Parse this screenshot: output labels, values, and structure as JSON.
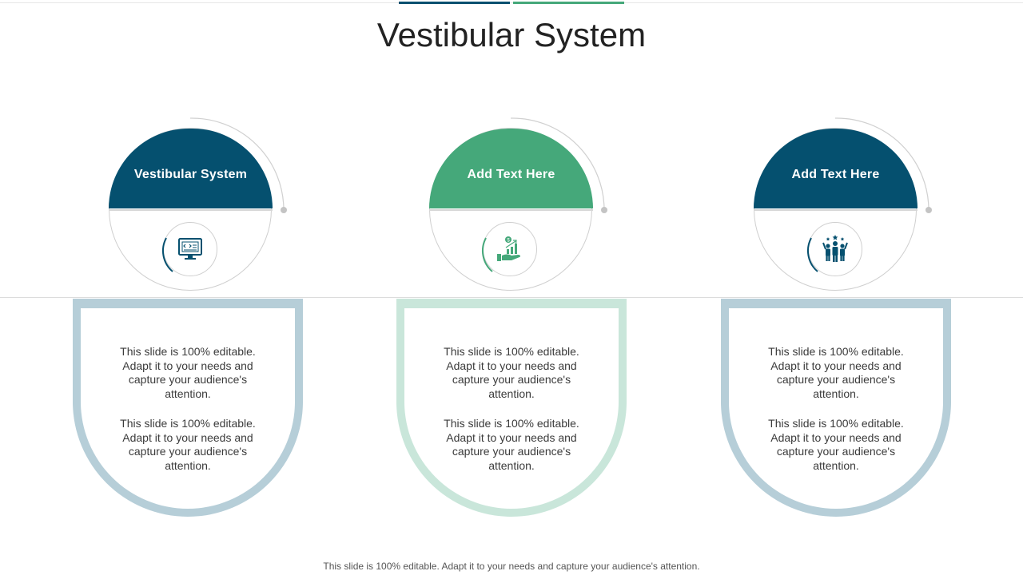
{
  "title": "Vestibular System",
  "colors": {
    "navy": "#05506f",
    "green": "#45a87a",
    "navy_light": "#b6ced8",
    "green_light": "#c9e6da"
  },
  "cards": [
    {
      "heading": "Vestibular System",
      "icon": "monitor-code-icon",
      "accent": "#05506f",
      "panel_color": "#b6ced8",
      "paragraphs": [
        "This slide is 100% editable. Adapt it to your needs and capture your audience's attention.",
        "This slide is 100% editable. Adapt it to your needs and capture your audience's attention."
      ]
    },
    {
      "heading": "Add Text Here",
      "icon": "hand-growth-chart-icon",
      "accent": "#45a87a",
      "panel_color": "#c9e6da",
      "paragraphs": [
        "This slide is 100% editable. Adapt it to your needs and capture your audience's attention.",
        "This slide is 100% editable. Adapt it to your needs and capture your audience's attention."
      ]
    },
    {
      "heading": "Add Text Here",
      "icon": "team-stars-icon",
      "accent": "#05506f",
      "panel_color": "#b6ced8",
      "paragraphs": [
        "This slide is 100% editable. Adapt it to your needs and capture your audience's attention.",
        "This slide is 100% editable. Adapt it to your needs and capture your audience's attention."
      ]
    }
  ],
  "footer": "This slide is 100% editable. Adapt it to your needs and capture your audience's attention."
}
